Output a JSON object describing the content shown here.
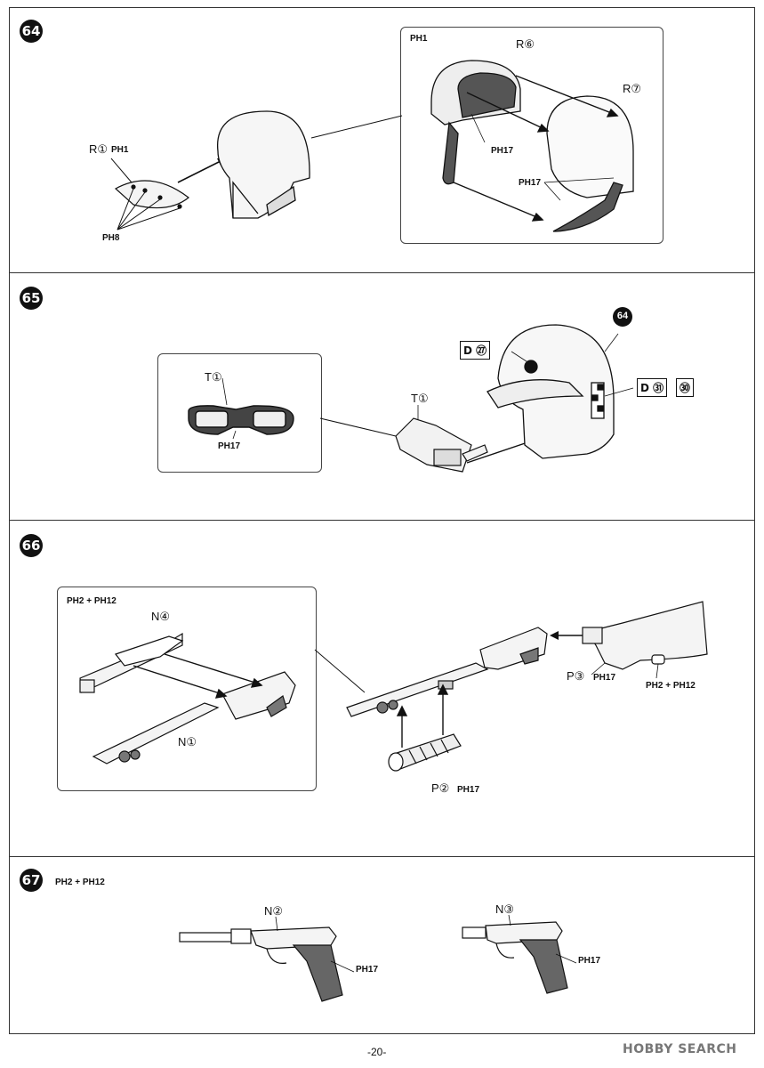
{
  "steps": [
    {
      "number": "64"
    },
    {
      "number": "65"
    },
    {
      "number": "66"
    },
    {
      "number": "67"
    }
  ],
  "step64": {
    "visor_label": "R①",
    "visor_ref": "PH1",
    "screws_ref": "PH8",
    "detail_ref": "PH1",
    "detail_r6": "R⑥",
    "detail_r7": "R⑦",
    "detail_ph17_a": "PH17",
    "detail_ph17_b": "PH17"
  },
  "step65": {
    "detail_t1": "T①",
    "detail_ph17": "PH17",
    "goggle_t1": "T①",
    "helmet_ref": "64",
    "decal_d27": "D ㉗",
    "decal_d31": "D ㉛",
    "decal_30": "㉚"
  },
  "step66": {
    "detail_ref": "PH2 + PH12",
    "n4": "N④",
    "n1": "N①",
    "p3": "P③",
    "p3_ref": "PH17",
    "stock_ref": "PH2 + PH12",
    "p2": "P②",
    "p2_ref": "PH17"
  },
  "step67": {
    "ref": "PH2 + PH12",
    "n2": "N②",
    "n2_ref": "PH17",
    "n3": "N③",
    "n3_ref": "PH17"
  },
  "footer": {
    "page_number": "-20-",
    "watermark": "HOBBY SEARCH"
  }
}
